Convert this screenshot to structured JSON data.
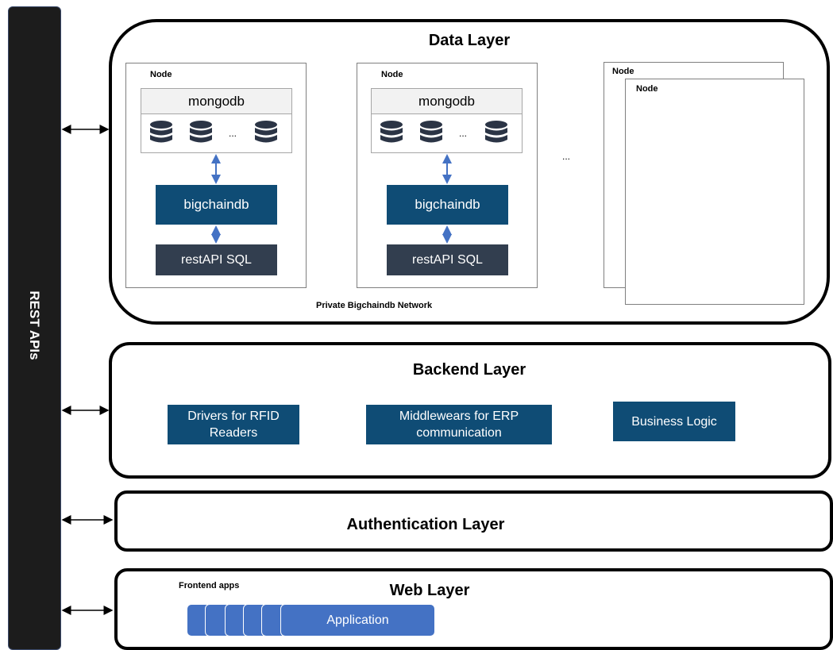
{
  "rest_apis": {
    "label": "REST APIs"
  },
  "data_layer": {
    "title": "Data Layer",
    "network_label": "Private Bigchaindb Network",
    "ellipsis": "...",
    "nodes": [
      {
        "label": "Node",
        "db_name": "mongodb",
        "db_dots": "...",
        "service": "bigchaindb",
        "api": "restAPI SQL"
      },
      {
        "label": "Node",
        "db_name": "mongodb",
        "db_dots": "...",
        "service": "bigchaindb",
        "api": "restAPI SQL"
      },
      {
        "label": "Node"
      },
      {
        "label": "Node"
      }
    ]
  },
  "backend_layer": {
    "title": "Backend Layer",
    "components": [
      "Drivers for RFID Readers",
      "Middlewears for ERP communication",
      "Business Logic"
    ]
  },
  "auth_layer": {
    "title": "Authentication Layer"
  },
  "web_layer": {
    "title": "Web Layer",
    "frontend_label": "Frontend apps",
    "app_label": "Application"
  },
  "colors": {
    "dark_blue": "#0f4c75",
    "slate": "#323e4f",
    "app_blue": "#4472c4",
    "arrow_blue": "#4472c4"
  }
}
